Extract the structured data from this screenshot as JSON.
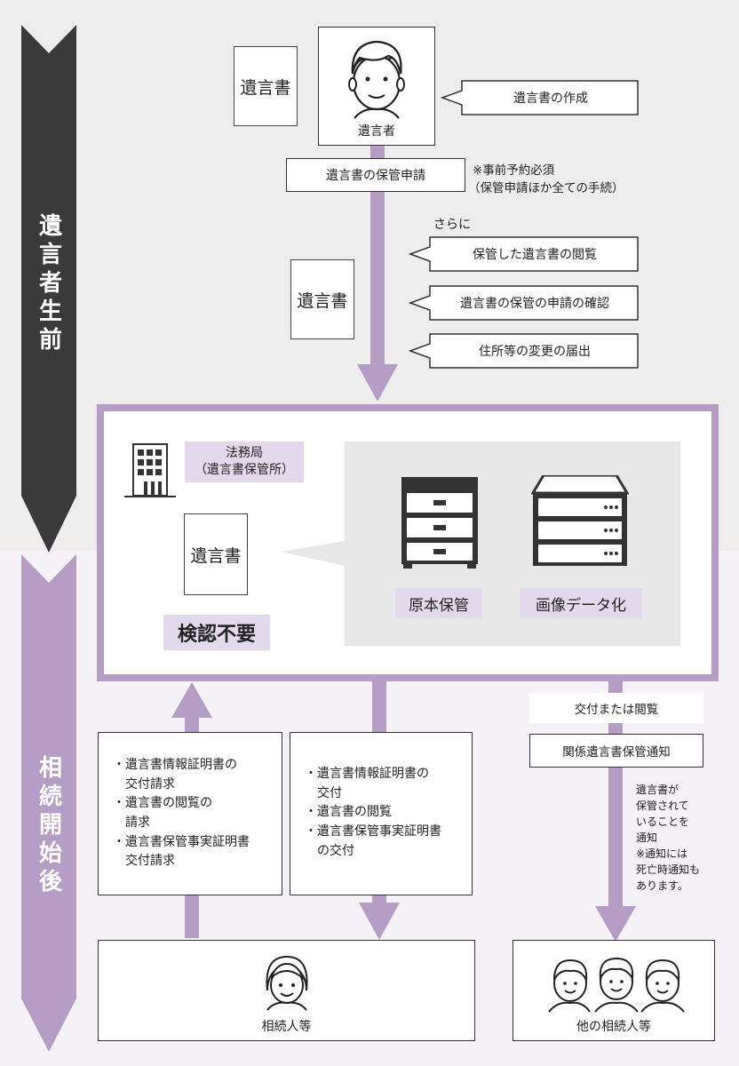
{
  "colors": {
    "top_bg": "#ededed",
    "bottom_bg": "#f6f3f8",
    "purple": "#b59dc6",
    "purple_light": "#e4d9ec",
    "dark": "#3a3a3a",
    "gray_panel": "#e8e8e8"
  },
  "phase_labels": {
    "before": "遺言者生前",
    "after": "相続開始後"
  },
  "testator": {
    "label": "遺言者",
    "icon": "man-icon"
  },
  "doc_label": "遺言書",
  "callouts": {
    "create": "遺言書の作成",
    "apply": "遺言書の保管申請",
    "apply_note": "※事前予約必須",
    "apply_note2": "（保管申請ほか全ての手続）",
    "moreover": "さらに",
    "view": "保管した遺言書の閲覧",
    "confirm": "遺言書の保管の申請の確認",
    "address": "住所等の変更の届出"
  },
  "office": {
    "name1": "法務局",
    "name2": "（遺言書保管所）",
    "no_probate": "検認不要",
    "original": "原本保管",
    "image": "画像データ化",
    "building_icon": "building-icon",
    "cabinet_icon": "cabinet-icon",
    "server_icon": "server-icon"
  },
  "requests": {
    "left": [
      "・遺言書情報証明書の",
      "　交付請求",
      "・遺言書の閲覧の",
      "　請求",
      "・遺言書保管事実証明書",
      "　交付請求"
    ],
    "middle": [
      "・遺言書情報証明書の",
      "　交付",
      "・遺言書の閲覧",
      "・遺言書保管事実証明書",
      "　の交付"
    ]
  },
  "notify": {
    "issue": "交付または閲覧",
    "notice": "関係遺言書保管通知",
    "desc": [
      "遺言書が",
      "保管されて",
      "いることを",
      "通知",
      "※通知には",
      "死亡時通知も",
      "あります。"
    ]
  },
  "heirs": {
    "label": "相続人等",
    "others": "他の相続人等",
    "heir_icon": "woman-icon",
    "others_icon": "group-icon"
  }
}
